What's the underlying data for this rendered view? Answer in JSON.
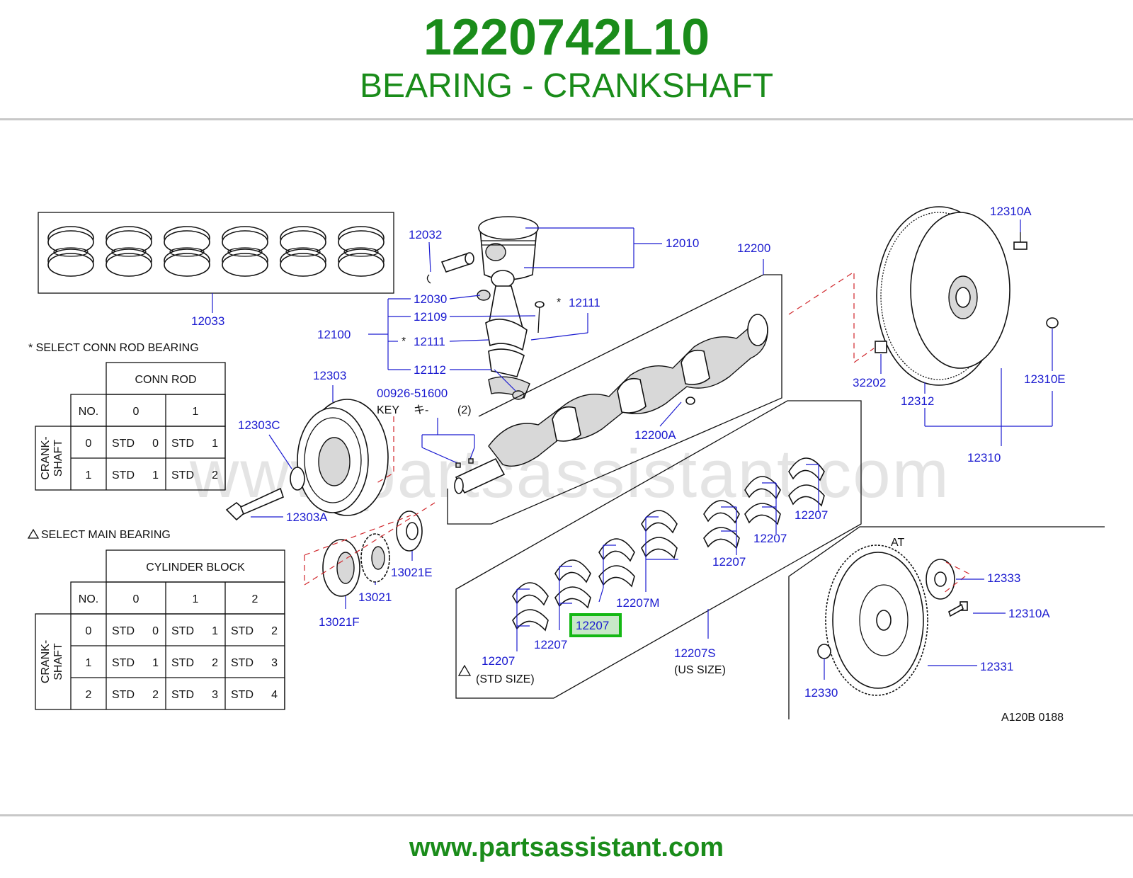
{
  "header": {
    "part_number": "1220742L10",
    "part_name": "BEARING - CRANKSHAFT"
  },
  "footer": {
    "url": "www.partsassistant.com"
  },
  "watermark": "www.partsassistant.com",
  "colors": {
    "brand_green": "#1a8c1a",
    "callout_blue": "#1a1ad0",
    "highlight": "#14b814",
    "dash_red": "#d0262b"
  },
  "callouts": {
    "c12033": "12033",
    "c12032": "12032",
    "c12010": "12010",
    "c12030": "12030",
    "c12109": "12109",
    "c12111a": "12111",
    "c12111b": "12111",
    "c12100": "12100",
    "c12112": "12112",
    "c12200": "12200",
    "c12310A_top": "12310A",
    "c32202": "32202",
    "c12312": "12312",
    "c12310E": "12310E",
    "c12310": "12310",
    "c12303": "12303",
    "c00926": "00926-51600",
    "c12303C": "12303C",
    "c12200A": "12200A",
    "c12303A": "12303A",
    "c13021E": "13021E",
    "c13021": "13021",
    "c13021F": "13021F",
    "c12207_r1": "12207",
    "c12207_r2": "12207",
    "c12207_r3": "12207",
    "c12207M": "12207M",
    "c12207_hl": "12207",
    "c12207_l1": "12207",
    "c12207_l2": "12207",
    "c12207S": "12207S",
    "c12333": "12333",
    "c12310A_bot": "12310A",
    "c12331": "12331",
    "c12330": "12330"
  },
  "texts": {
    "key": "KEY",
    "key_jp": "キ-",
    "key_qty": "(2)",
    "star1": "*",
    "star2": "*",
    "us_size": "(US SIZE)",
    "std_size": "(STD SIZE)",
    "at": "AT",
    "ref_code": "A120B 0188",
    "select_conn": "* SELECT CONN ROD BEARING",
    "select_main": "SELECT MAIN BEARING"
  },
  "conn_table": {
    "group_header": "CONN ROD",
    "no": "NO.",
    "cols": [
      "0",
      "1"
    ],
    "side": [
      "CRANK-",
      "SHAFT"
    ],
    "rows": [
      {
        "no": "0",
        "cells": [
          {
            "t": "STD",
            "n": "0"
          },
          {
            "t": "STD",
            "n": "1"
          }
        ]
      },
      {
        "no": "1",
        "cells": [
          {
            "t": "STD",
            "n": "1"
          },
          {
            "t": "STD",
            "n": "2"
          }
        ]
      }
    ]
  },
  "main_table": {
    "group_header": "CYLINDER BLOCK",
    "no": "NO.",
    "cols": [
      "0",
      "1",
      "2"
    ],
    "side": [
      "CRANK-",
      "SHAFT"
    ],
    "rows": [
      {
        "no": "0",
        "cells": [
          {
            "t": "STD",
            "n": "0"
          },
          {
            "t": "STD",
            "n": "1"
          },
          {
            "t": "STD",
            "n": "2"
          }
        ]
      },
      {
        "no": "1",
        "cells": [
          {
            "t": "STD",
            "n": "1"
          },
          {
            "t": "STD",
            "n": "2"
          },
          {
            "t": "STD",
            "n": "3"
          }
        ]
      },
      {
        "no": "2",
        "cells": [
          {
            "t": "STD",
            "n": "2"
          },
          {
            "t": "STD",
            "n": "3"
          },
          {
            "t": "STD",
            "n": "4"
          }
        ]
      }
    ]
  }
}
